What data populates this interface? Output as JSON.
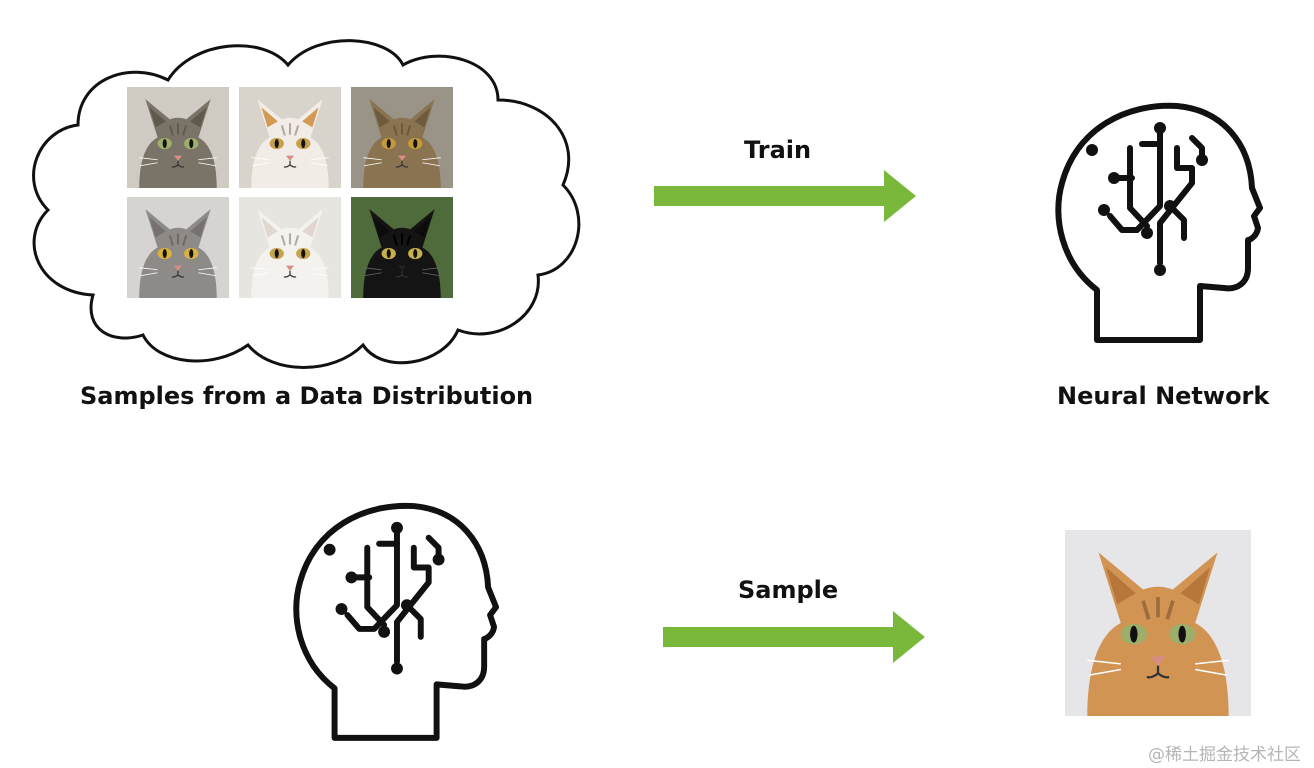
{
  "labels": {
    "samples": "Samples from a Data Distribution",
    "neural_network": "Neural Network",
    "train": "Train",
    "sample": "Sample"
  },
  "watermark": "@稀土掘金技术社区",
  "colors": {
    "arrow": "#7ab83c",
    "outline": "#111111",
    "background": "#ffffff",
    "watermark": "#b5b5b5"
  },
  "icons": {
    "head": "brain-circuit-head-icon",
    "arrow": "arrow-right-icon",
    "cloud": "thought-cloud"
  },
  "cats": [
    {
      "name": "gray-tabby-longhair",
      "fur": "#7a7468",
      "ear": "#5f584d",
      "eye": "#9fae6a",
      "bg": "#cfcac2"
    },
    {
      "name": "calico",
      "fur": "#f1ede6",
      "ear": "#d49a55",
      "eye": "#c8a04b",
      "bg": "#d8d4cc"
    },
    {
      "name": "brown-tabby",
      "fur": "#8a7350",
      "ear": "#6e5a3c",
      "eye": "#c49a38",
      "bg": "#9a9488"
    },
    {
      "name": "gray-shorthair",
      "fur": "#8e8a88",
      "ear": "#76716f",
      "eye": "#d8b23a",
      "bg": "#d6d4d0"
    },
    {
      "name": "white",
      "fur": "#f3f2ef",
      "ear": "#e1d6d0",
      "eye": "#c7a64a",
      "bg": "#e7e5e0"
    },
    {
      "name": "black",
      "fur": "#141414",
      "ear": "#0c0c0c",
      "eye": "#c8b04a",
      "bg": "#4f6b3b"
    }
  ],
  "output_cat": {
    "name": "orange-tabby",
    "fur": "#d29453",
    "ear": "#b8773a",
    "eye": "#9cae6a",
    "bg": "#e6e6e8"
  }
}
